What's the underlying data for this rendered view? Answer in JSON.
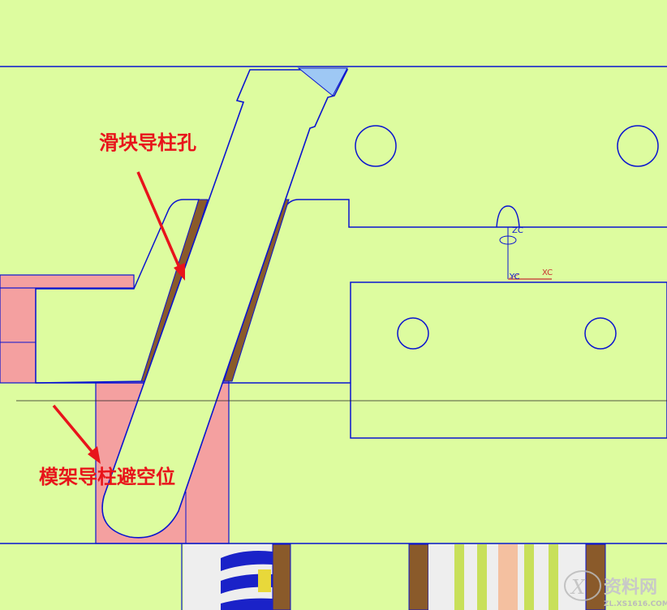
{
  "annotations": {
    "slider_guide_hole": "滑块导柱孔",
    "mold_base_guide_clearance": "模架导柱避空位"
  },
  "axes": {
    "zc": "ZC",
    "yc": "YC",
    "xc": "XC"
  },
  "watermark": {
    "brand": "资料网",
    "url": "ZL.XS1616.COM"
  },
  "colors": {
    "background": "#ddfc9f",
    "outline": "#0a14d0",
    "pink": "#f4a0a0",
    "brown": "#8a5a2a",
    "annotation": "#e8141b"
  }
}
